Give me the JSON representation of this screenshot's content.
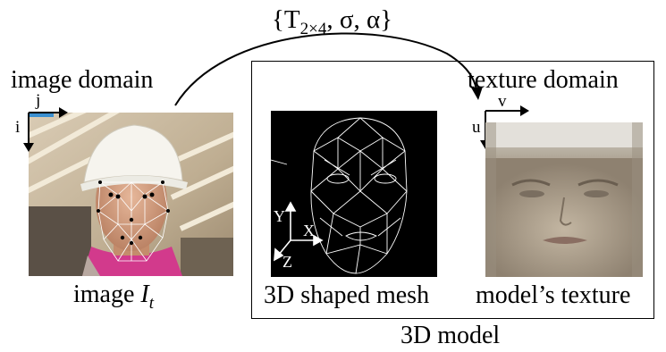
{
  "params": {
    "open": "{T",
    "sub": "2×4",
    "rest": ", σ, α}"
  },
  "labels": {
    "image_domain": "image domain",
    "texture_domain": "texture domain",
    "image_prefix": "image ",
    "image_var": "I",
    "image_sub": "t",
    "shaped_mesh": "3D shaped mesh",
    "models_texture": "model’s texture",
    "model_3d": "3D model"
  },
  "axes": {
    "image": {
      "horizontal": "j",
      "vertical": "i"
    },
    "texture": {
      "horizontal": "v",
      "vertical": "u"
    },
    "mesh": {
      "y": "Y",
      "x": "X",
      "z": "Z"
    }
  }
}
